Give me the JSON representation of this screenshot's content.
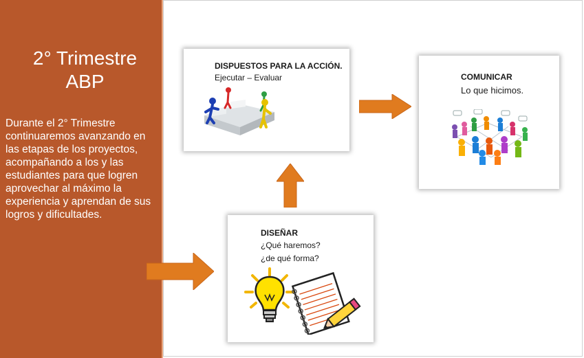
{
  "left_panel": {
    "title_line1": "2° Trimestre",
    "title_line2": "ABP",
    "body": "Durante el 2° Trimestre continuaremos avanzando en las etapas de los proyectos, acompañando a los y las estudiantes para que logren aprovechar al máximo la experiencia y aprendan de sus logros y dificultades."
  },
  "cards": {
    "dispuestos": {
      "title": "DISPUESTOS PARA LA ACCIÓN.",
      "subtitle": "Ejecutar – Evaluar"
    },
    "comunicar": {
      "title": "COMUNICAR",
      "subtitle": "Lo que hicimos."
    },
    "disenar": {
      "title": "DISEÑAR",
      "line1": "¿Qué haremos?",
      "line2": "¿de qué forma?"
    }
  },
  "colors": {
    "panel": "#b8582b",
    "arrow": "#e07b1f"
  },
  "icons": [
    "puzzle-team-icon",
    "network-people-icon",
    "lightbulb-icon",
    "notepad-pencil-icon",
    "arrow-right-icon",
    "arrow-up-icon"
  ]
}
